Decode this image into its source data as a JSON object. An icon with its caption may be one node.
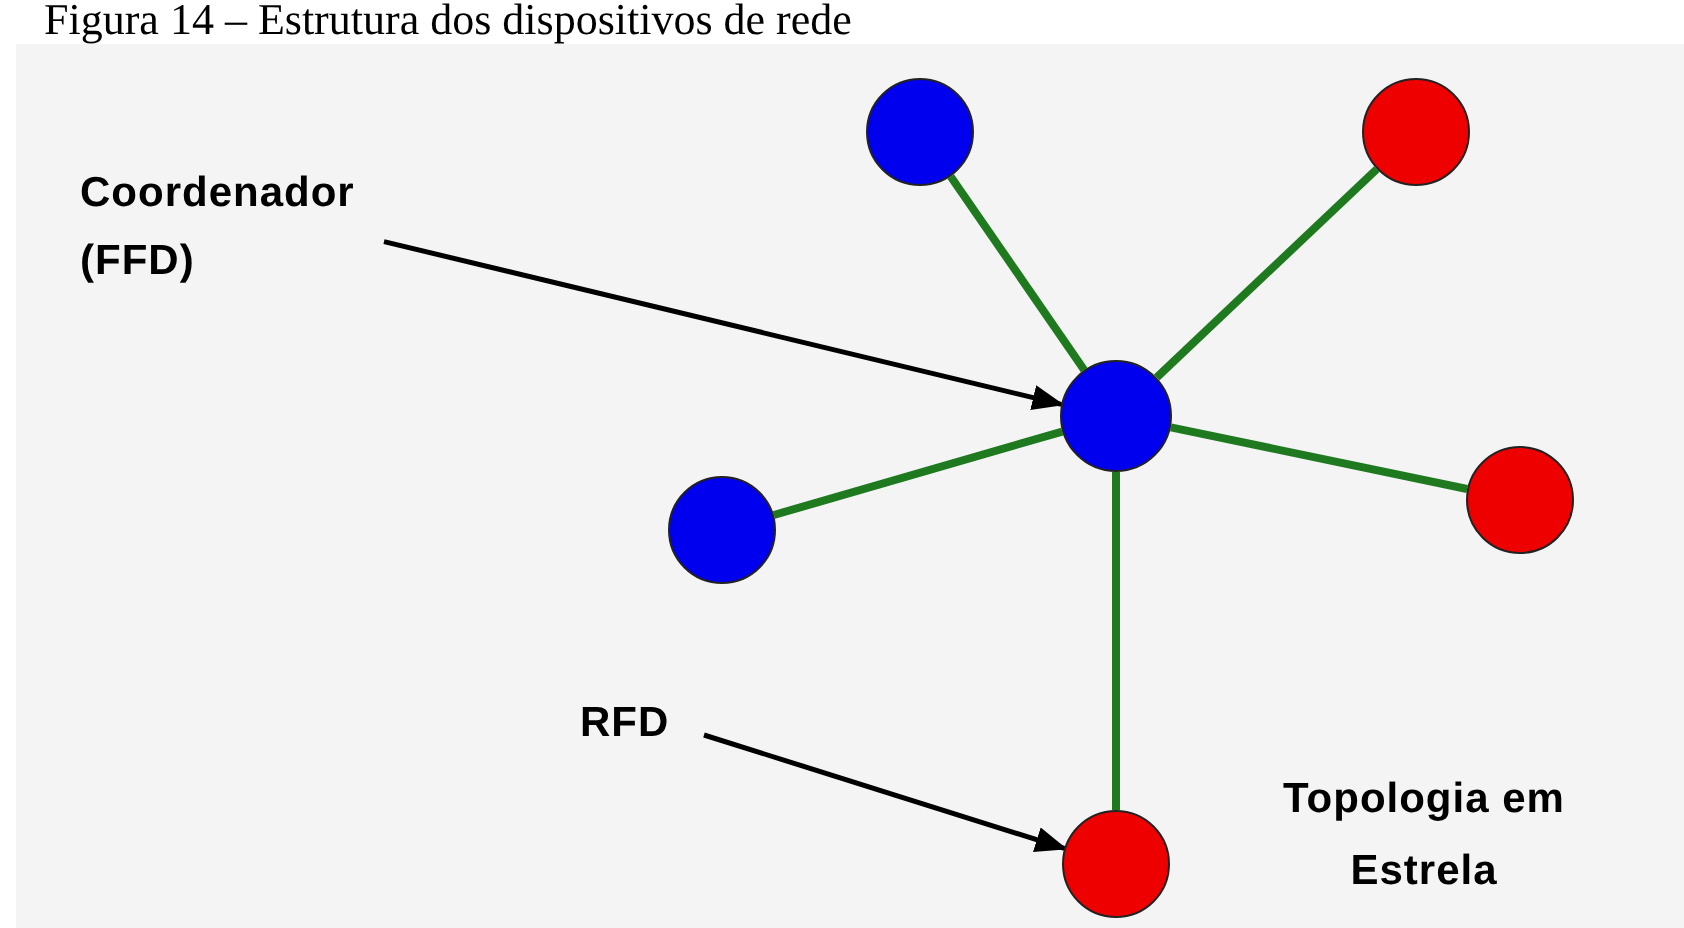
{
  "diagram": {
    "title": "Figura 14 – Estrutura dos dispositivos de rede",
    "nodes": [
      {
        "text": [
          "Coordenador (FFD)"
        ]
      },
      {
        "text": [],
        "shape": "circle"
      },
      {
        "text": [],
        "shape": "circle"
      },
      {
        "text": [],
        "shape": "circle"
      },
      {
        "text": [],
        "shape": "circle"
      },
      {
        "text": [],
        "shape": "circle"
      },
      {
        "text": [
          "RFD"
        ]
      },
      {
        "text": [],
        "shape": "circle"
      }
    ],
    "edges": [
      {
        "from": 3,
        "to": 1,
        "arrow": "none"
      },
      {
        "from": 3,
        "to": 2,
        "arrow": "none"
      },
      {
        "from": 3,
        "to": 4,
        "arrow": "none"
      },
      {
        "from": 3,
        "to": 5,
        "arrow": "none"
      },
      {
        "from": 3,
        "to": 7,
        "arrow": "none"
      },
      {
        "from": 0,
        "to": 3,
        "arrow": "to",
        "color": "#000000"
      },
      {
        "from": 6,
        "to": 7,
        "arrow": "to",
        "color": "#000000"
      }
    ],
    "labels": [
      "Topologia em Estrela"
    ]
  }
}
